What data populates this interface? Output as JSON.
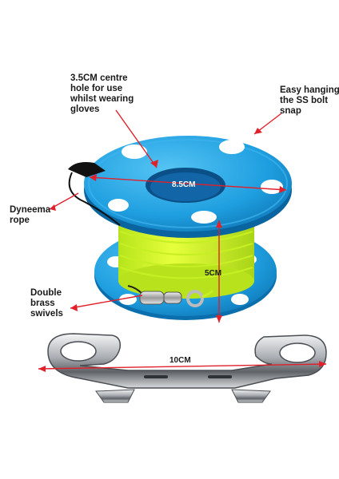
{
  "annotations": {
    "centre_hole": "3.5CM centre\nhole for use\nwhilst wearing\ngloves",
    "bolt_snap": "Easy hanging\nthe SS bolt\nsnap",
    "rope": "Dyneema\nrope",
    "swivels": "Double\nbrass\nswivels"
  },
  "dimensions": {
    "diameter": "8.5CM",
    "height": "5CM",
    "snap_length": "10CM"
  },
  "colors": {
    "spool_blue": "#1f9fe0",
    "spool_dark": "#0b6fae",
    "line_yellow": "#d8ff2a",
    "arrow_red": "#e0202a",
    "steel": "#c9ccd0"
  }
}
